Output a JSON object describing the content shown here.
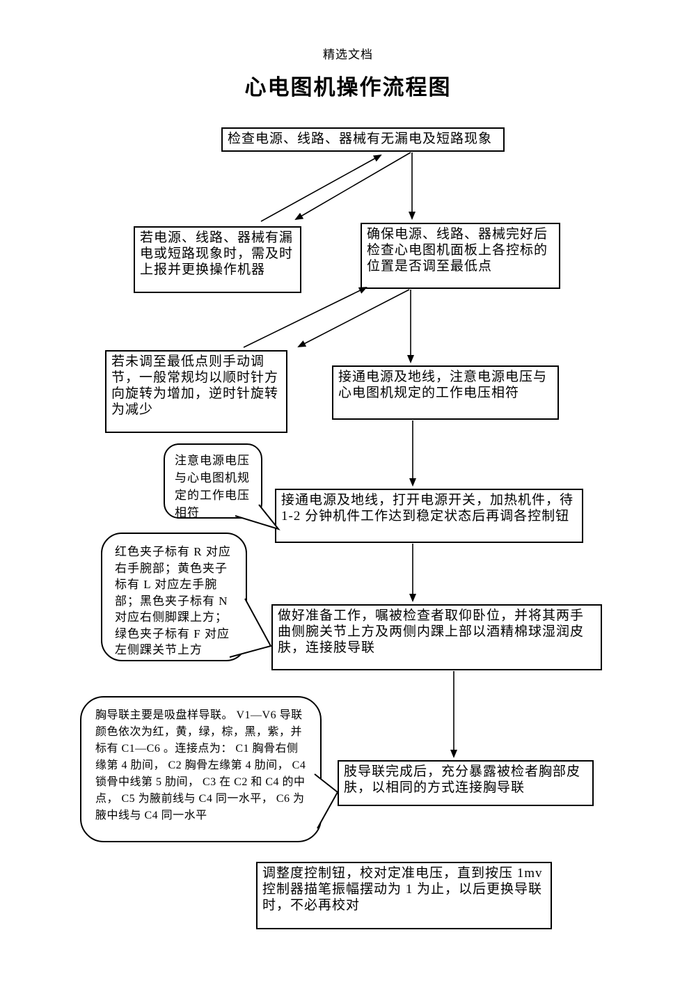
{
  "page": {
    "header": "精选文档",
    "title": "心电图机操作流程图"
  },
  "flowchart": {
    "boxes": [
      {
        "id": "check-power",
        "text": "检查电源、线路、器械有无漏电及短路现象"
      },
      {
        "id": "report-replace",
        "text": "若电源、线路、器械有漏电或短路现象时，需及时上报并更换操作机器"
      },
      {
        "id": "ensure-intact",
        "text": "确保电源、线路、器械完好后检查心电图机面板上各控标的位置是否调至最低点"
      },
      {
        "id": "manual-adjust",
        "text": "若未调至最低点则手动调节，一般常规均以顺时针方向旋转为增加，逆时针旋转为减少"
      },
      {
        "id": "connect-ground",
        "text": "接通电源及地线，注意电源电压与心电图机规定的工作电压相符"
      },
      {
        "id": "power-on-warmup",
        "text": "接通电源及地线，打开电源开关，加热机件，待 1-2 分钟机件工作达到稳定状态后再调各控制钮"
      },
      {
        "id": "prepare-patient",
        "text": "做好准备工作，嘱被检查者取仰卧位，并将其两手曲侧腕关节上方及两侧内踝上部以酒精棉球湿润皮肤，连接肢导联"
      },
      {
        "id": "chest-leads",
        "text": "肢导联完成后，充分暴露被检者胸部皮肤，以相同的方式连接胸导联"
      },
      {
        "id": "calibrate",
        "text": "调整度控制钮，校对定准电压，直到按压 1mv 控制器描笔振幅摆动为 1 为止，以后更换导联时，不必再校对"
      }
    ],
    "callouts": [
      {
        "id": "voltage-note",
        "text": "注意电源电压与心电图机规定的工作电压相符"
      },
      {
        "id": "limb-clips-note",
        "text": "红色夹子标有 R 对应右手腕部；黄色夹子标有 L 对应左手腕部；黑色夹子标有 N 对应右侧脚踝上方；绿色夹子标有 F 对应左侧踝关节上方"
      },
      {
        "id": "chest-lead-note",
        "text": "胸导联主要是吸盘样导联。 V1—V6 导联颜色依次为红，黄，绿，棕，黑，紫，并标有 C1—C6 。连接点为： C1 胸骨右侧缘第 4 肋间， C2 胸骨左缘第 4 肋间， C4 锁骨中线第 5 肋间， C3 在 C2 和 C4 的中点， C5 为腋前线与 C4 同一水平， C6 为腋中线与 C4 同一水平"
      }
    ],
    "colors": {
      "border": "#000000",
      "background": "#ffffff",
      "text": "#000000"
    }
  }
}
